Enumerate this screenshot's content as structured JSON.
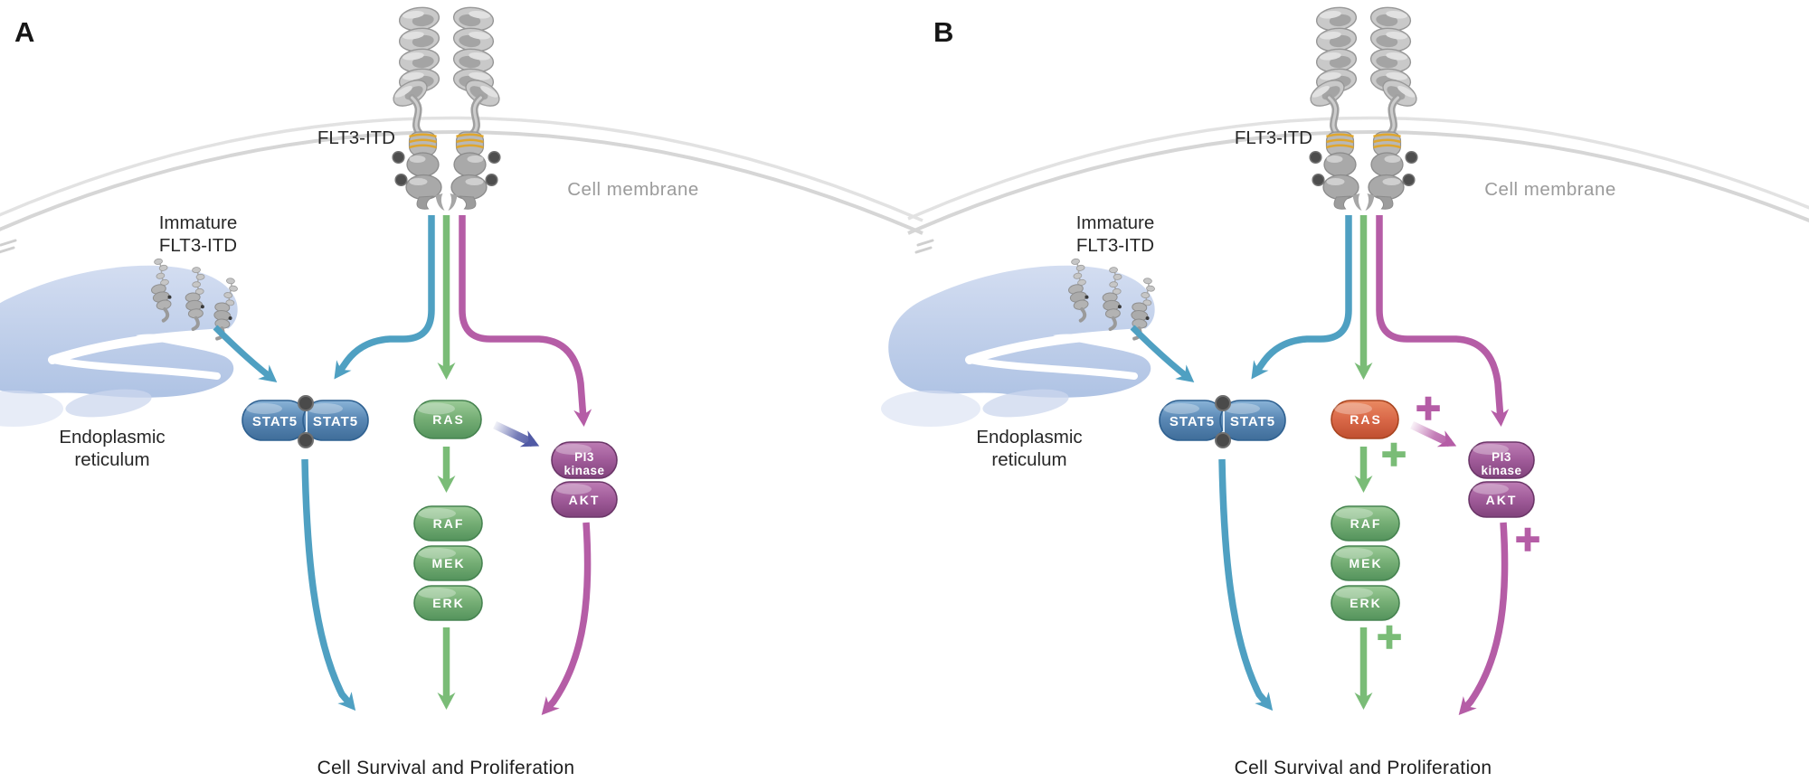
{
  "figure": {
    "type": "signaling-pathway-diagram",
    "description_visible_text_only": true
  },
  "panels": [
    {
      "label": "A",
      "receptor_label": "FLT3-ITD",
      "membrane_label": "Cell membrane",
      "immature_label": {
        "line1": "Immature",
        "line2": "FLT3-ITD"
      },
      "er_label": {
        "line1": "Endoplasmic",
        "line2": "reticulum"
      },
      "nodes": {
        "stat5_left": "STAT5",
        "stat5_right": "STAT5",
        "ras": "RAS",
        "raf": "RAF",
        "mek": "MEK",
        "erk": "ERK",
        "pi3k_line1": "PI3",
        "pi3k_line2": "kinase",
        "akt": "AKT"
      },
      "outcome_label": "Cell Survival and Proliferation"
    },
    {
      "label": "B",
      "receptor_label": "FLT3-ITD",
      "membrane_label": "Cell membrane",
      "immature_label": {
        "line1": "Immature",
        "line2": "FLT3-ITD"
      },
      "er_label": {
        "line1": "Endoplasmic",
        "line2": "reticulum"
      },
      "nodes": {
        "stat5_left": "STAT5",
        "stat5_right": "STAT5",
        "ras": "RAS",
        "raf": "RAF",
        "mek": "MEK",
        "erk": "ERK",
        "pi3k_line1": "PI3",
        "pi3k_line2": "kinase",
        "akt": "AKT"
      },
      "activation_marks": {
        "ras_to_pi3k": "+",
        "ras_to_raf": "+",
        "erk_output": "+",
        "akt_output": "+"
      },
      "outcome_label": "Cell Survival and Proliferation"
    }
  ],
  "colors": {
    "teal_arrow": "#4fa0c2",
    "green_arrow": "#7abc77",
    "magenta_arrow": "#b55da6",
    "indigo_arrow": "#515aa5",
    "stat5_blue": "#5585b5",
    "pathway_green": "#61a065",
    "pi3k_purple": "#9a5294",
    "ras_orange_panel_b": "#d9663f",
    "membrane_gray": "#dcdcdc",
    "label_gray": "#9b9b9b",
    "er_blue": "#bccbe8",
    "text_dark": "#262626"
  }
}
